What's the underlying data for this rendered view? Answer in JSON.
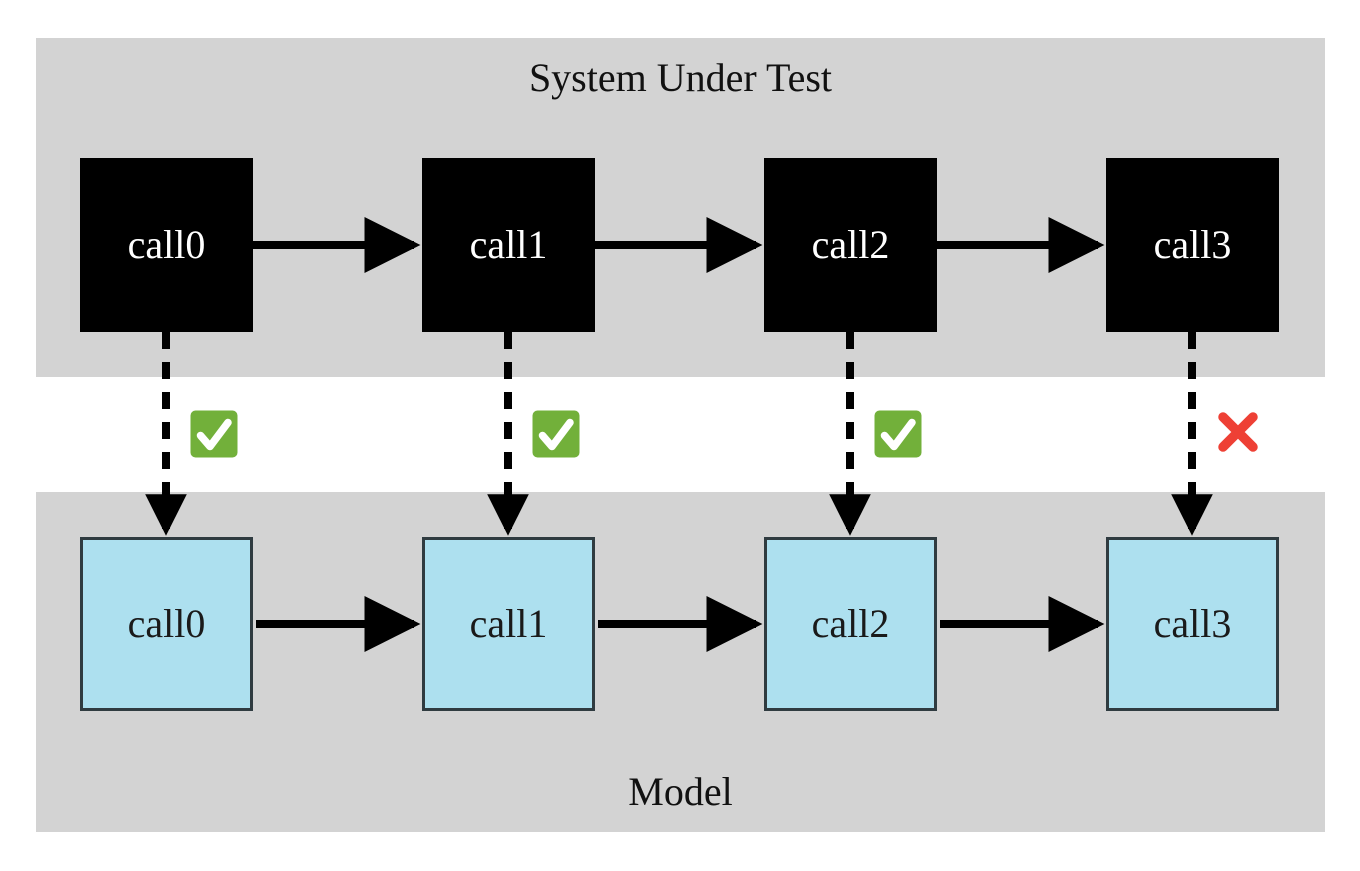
{
  "diagram": {
    "type": "conformance-trace-comparison",
    "background_color": "#ffffff",
    "panel_color": "#d3d3d3",
    "panels": [
      {
        "id": "sut",
        "title": "System Under Test",
        "title_position": "top",
        "node_fill": "#000000",
        "node_text_color": "#ffffff"
      },
      {
        "id": "model",
        "title": "Model",
        "title_position": "bottom",
        "node_fill": "#ade0ef",
        "node_text_color": "#1a1a1a",
        "node_border_color": "#2f3b40"
      }
    ],
    "sut_nodes": [
      {
        "label": "call0"
      },
      {
        "label": "call1"
      },
      {
        "label": "call2"
      },
      {
        "label": "call3"
      }
    ],
    "model_nodes": [
      {
        "label": "call0"
      },
      {
        "label": "call1"
      },
      {
        "label": "call2"
      },
      {
        "label": "call3"
      }
    ],
    "sequence_arrows": [
      {
        "from": "call0",
        "to": "call1",
        "style": "solid"
      },
      {
        "from": "call1",
        "to": "call2",
        "style": "solid"
      },
      {
        "from": "call2",
        "to": "call3",
        "style": "solid"
      }
    ],
    "mapping_arrows": [
      {
        "from": "sut.call0",
        "to": "model.call0",
        "style": "dashed"
      },
      {
        "from": "sut.call1",
        "to": "model.call1",
        "style": "dashed"
      },
      {
        "from": "sut.call2",
        "to": "model.call2",
        "style": "dashed"
      },
      {
        "from": "sut.call3",
        "to": "model.call3",
        "style": "dashed"
      }
    ],
    "verdicts": [
      {
        "step": "call0",
        "result": "match",
        "icon": "check-mark-icon",
        "color": "#72b03a"
      },
      {
        "step": "call1",
        "result": "match",
        "icon": "check-mark-icon",
        "color": "#72b03a"
      },
      {
        "step": "call2",
        "result": "match",
        "icon": "check-mark-icon",
        "color": "#72b03a"
      },
      {
        "step": "call3",
        "result": "mismatch",
        "icon": "cross-mark-icon",
        "color": "#ee4035"
      }
    ]
  }
}
